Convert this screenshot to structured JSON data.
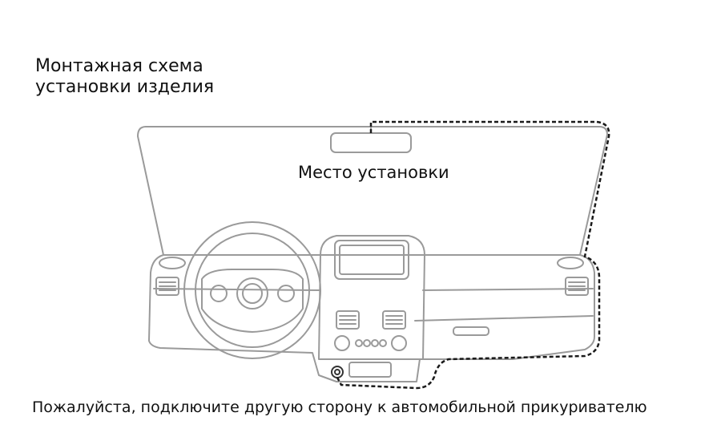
{
  "title": {
    "line1": "Монтажная схема",
    "line2": "установки изделия"
  },
  "mount_label": "Место установки",
  "instruction": "Пожалуйста, подключите другую сторону к автомобильной прикуривателю",
  "colors": {
    "line": "#9a9a9a",
    "cable": "#1a1a1a",
    "text": "#111111"
  }
}
